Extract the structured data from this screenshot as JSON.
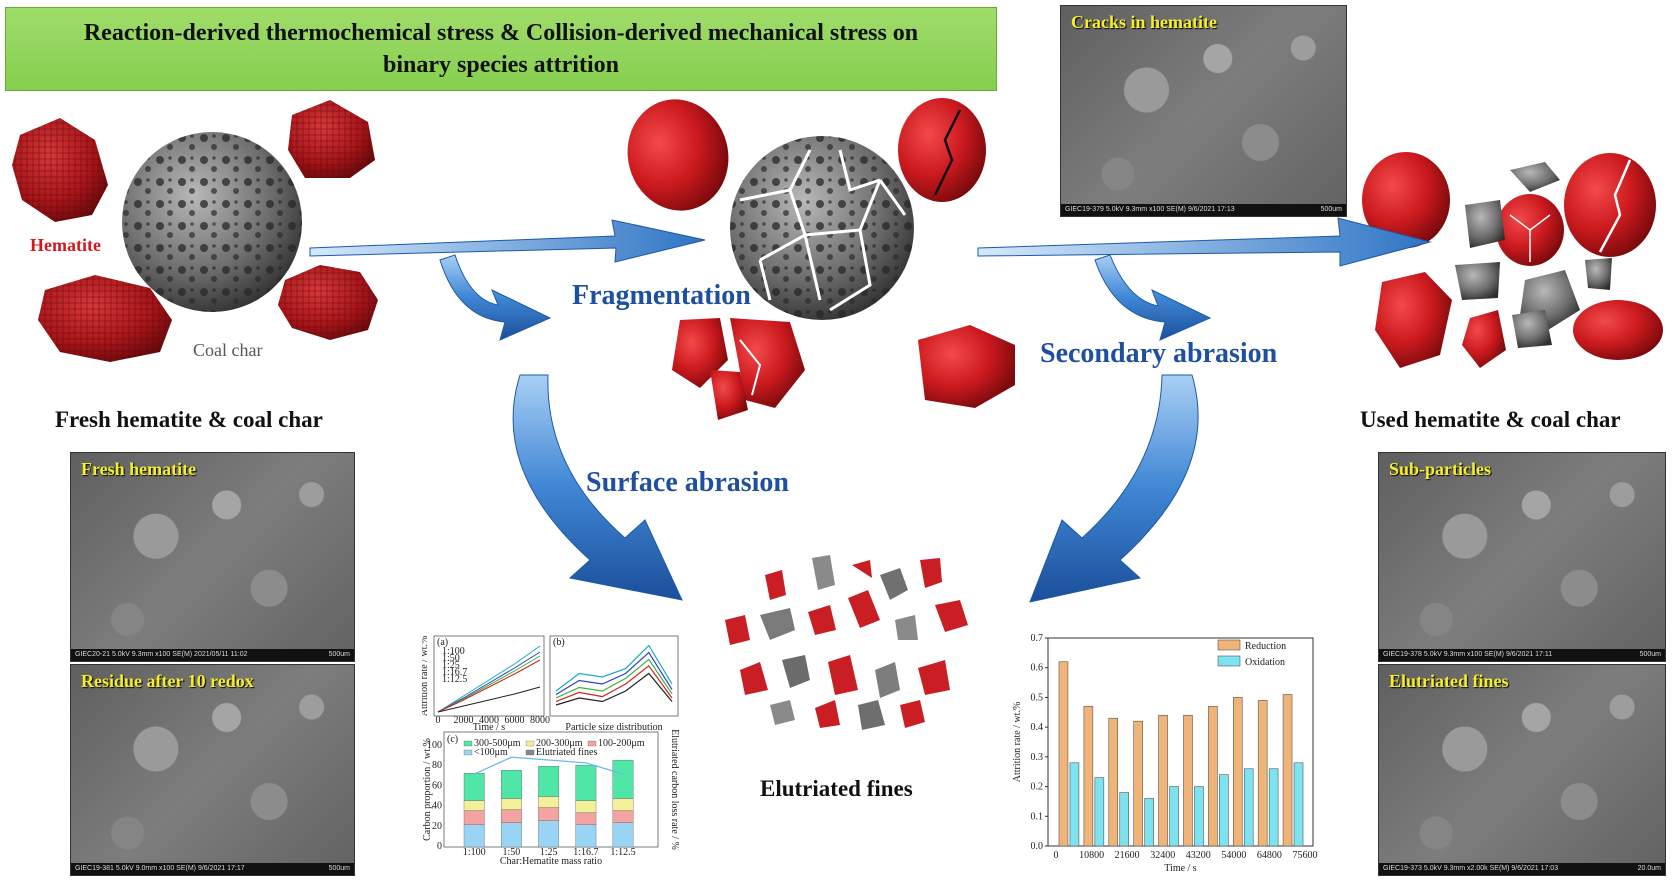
{
  "title": {
    "line1": "Reaction-derived thermochemical stress & Collision-derived mechanical stress on",
    "line2": "binary species attrition"
  },
  "labels": {
    "hematite": "Hematite",
    "coal_char": "Coal char",
    "fresh": "Fresh hematite & coal char",
    "used": "Used hematite & coal char",
    "fines": "Elutriated fines"
  },
  "processes": {
    "fragmentation": "Fragmentation",
    "secondary": "Secondary abrasion",
    "surface": "Surface abrasion"
  },
  "sem_images": [
    {
      "label": "Cracks in hematite",
      "info": "GIEC19-379 5.0kV 9.3mm x100 SE(M) 9/6/2021 17:13",
      "scale": "500um"
    },
    {
      "label": "Fresh hematite",
      "info": "GIEC20-21 5.0kV 9.3mm x100 SE(M) 2021/05/11 11:02",
      "scale": "500um"
    },
    {
      "label": "Residue after 10 redox",
      "info": "GIEC19-381 5.0kV 9.0mm x100 SE(M) 9/6/2021 17:17",
      "scale": "500um"
    },
    {
      "label": "Sub-particles",
      "info": "GIEC19-378 5.0kV 9.3mm x100 SE(M) 9/6/2021 17:11",
      "scale": "500um"
    },
    {
      "label": "Elutriated fines",
      "info": "GIEC19-373 5.0kV 9.3mm x2.00k SE(M) 9/6/2021 17:03",
      "scale": "20.0um"
    }
  ],
  "colors": {
    "hematite": "#c81e24",
    "arrow": "#2e75c8",
    "title_bg": "#8fd45a",
    "process_text": "#1f4f9f",
    "reduction": "#f0b478",
    "oxidation": "#7ee3f0"
  },
  "chart_data": [
    {
      "type": "bar",
      "xlabel": "Time / s",
      "ylabel": "Attrition rate / wt.%",
      "ylim": [
        0,
        0.7
      ],
      "yticks": [
        "0.0",
        "0.1",
        "0.2",
        "0.3",
        "0.4",
        "0.5",
        "0.6",
        "0.7"
      ],
      "xticks": [
        "0",
        "10800",
        "21600",
        "32400",
        "43200",
        "54000",
        "64800",
        "75600"
      ],
      "series": [
        {
          "name": "Reduction",
          "values": [
            0.62,
            0.47,
            0.43,
            0.42,
            0.44,
            0.44,
            0.47,
            0.5,
            0.49,
            0.51
          ]
        },
        {
          "name": "Oxidation",
          "values": [
            0.28,
            0.23,
            0.18,
            0.16,
            0.2,
            0.2,
            0.24,
            0.26,
            0.26,
            0.28
          ]
        }
      ]
    },
    {
      "type": "line",
      "panel": "(a)",
      "xlabel": "Time / s",
      "ylabel": "Attrition rate / wt.%",
      "xticks": [
        "0",
        "2000",
        "4000",
        "6000",
        "8000"
      ],
      "series": [
        {
          "name": "1:100",
          "values": [
            0.0,
            0.16,
            0.32,
            0.48,
            0.66
          ]
        },
        {
          "name": "1:50",
          "values": [
            0.0,
            0.14,
            0.29,
            0.44,
            0.6
          ]
        },
        {
          "name": "1:25",
          "values": [
            0.0,
            0.13,
            0.27,
            0.41,
            0.56
          ]
        },
        {
          "name": "1:16.7",
          "values": [
            0.0,
            0.12,
            0.25,
            0.38,
            0.52
          ]
        },
        {
          "name": "1:12.5",
          "values": [
            0.0,
            0.06,
            0.12,
            0.18,
            0.25
          ]
        }
      ]
    },
    {
      "type": "line",
      "panel": "(b)",
      "xlabel": "Particle size distribution",
      "series": [
        {
          "values": [
            0.3,
            0.55,
            0.5,
            0.62,
            0.95,
            0.4
          ]
        },
        {
          "values": [
            0.25,
            0.45,
            0.4,
            0.55,
            0.85,
            0.32
          ]
        },
        {
          "values": [
            0.2,
            0.35,
            0.3,
            0.48,
            0.75,
            0.26
          ]
        },
        {
          "values": [
            0.15,
            0.28,
            0.22,
            0.4,
            0.66,
            0.2
          ]
        },
        {
          "values": [
            0.1,
            0.2,
            0.15,
            0.3,
            0.55,
            0.15
          ]
        }
      ]
    },
    {
      "type": "bar",
      "panel": "(c)",
      "xlabel": "Char:Hematite mass ratio",
      "ylabel": "Carbon proportion / wt.%",
      "y2label": "Elutriated carbon loss rate / %",
      "categories": [
        "1:100",
        "1:50",
        "1:25",
        "1:16.7",
        "1:12.5"
      ],
      "legend": [
        "300-500μm",
        "200-300μm",
        "100-200μm",
        "<100μm",
        "Elutriated fines"
      ],
      "yticks": [
        "0",
        "20",
        "40",
        "60",
        "80",
        "100"
      ],
      "series": [
        {
          "name": "300-500μm",
          "values": [
            27,
            28,
            30,
            35,
            38
          ]
        },
        {
          "name": "200-300μm",
          "values": [
            10,
            11,
            11,
            12,
            12
          ]
        },
        {
          "name": "100-200μm",
          "values": [
            14,
            13,
            13,
            12,
            12
          ]
        },
        {
          "name": "<100μm",
          "values": [
            22,
            24,
            26,
            22,
            24
          ]
        }
      ],
      "line": [
        13,
        16,
        15.5,
        15,
        13
      ]
    }
  ]
}
